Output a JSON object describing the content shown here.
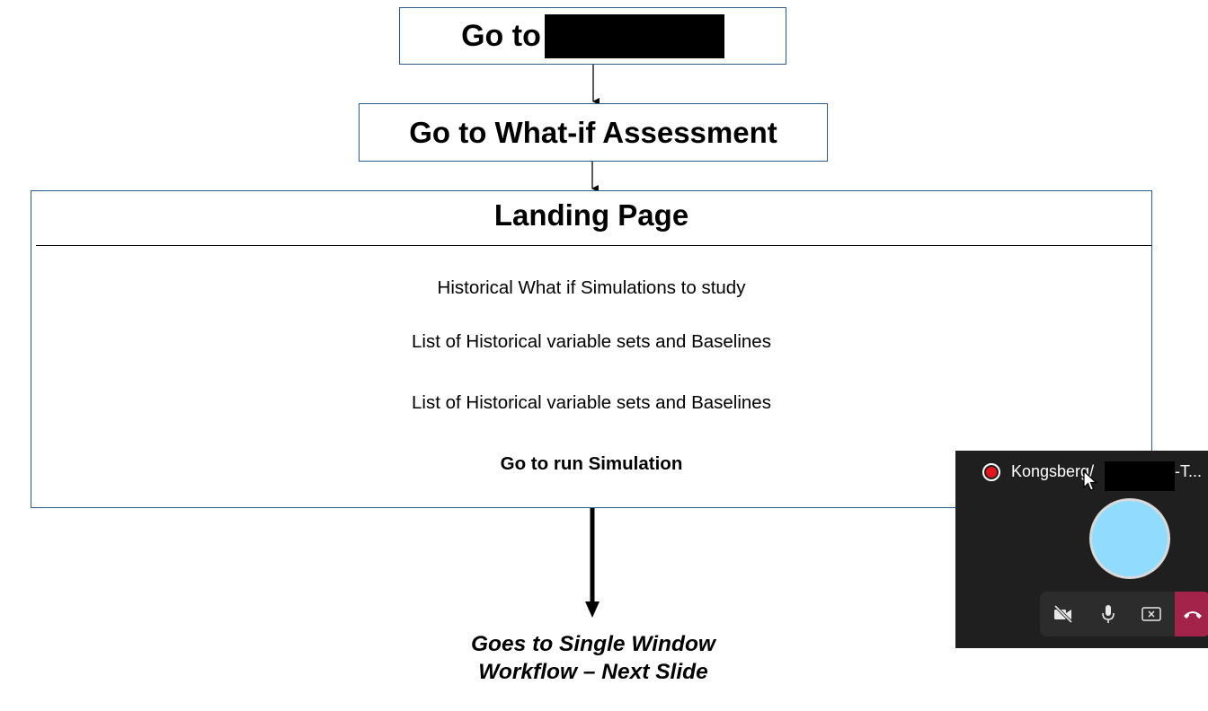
{
  "flow": {
    "box1": {
      "label": "Go to"
    },
    "box2": {
      "label": "Go to What-if Assessment"
    },
    "landing": {
      "title": "Landing Page",
      "items": [
        "Historical What if Simulations to study",
        "List of Historical variable sets and Baselines",
        "List of Historical variable sets and Baselines"
      ],
      "action": "Go to run Simulation"
    },
    "next": {
      "line1": "Goes to Single Window",
      "line2": "Workflow – Next Slide"
    }
  },
  "call": {
    "title": "Kongsberg/",
    "title_tail": "-T...",
    "recording": true,
    "colors": {
      "panel": "#1f1f1f",
      "avatar": "#8fdcff",
      "hangup": "#a3234b",
      "record": "#e3141c"
    },
    "controls": [
      "video-off-icon",
      "microphone-icon",
      "close-share-icon",
      "hang-up-icon"
    ]
  }
}
